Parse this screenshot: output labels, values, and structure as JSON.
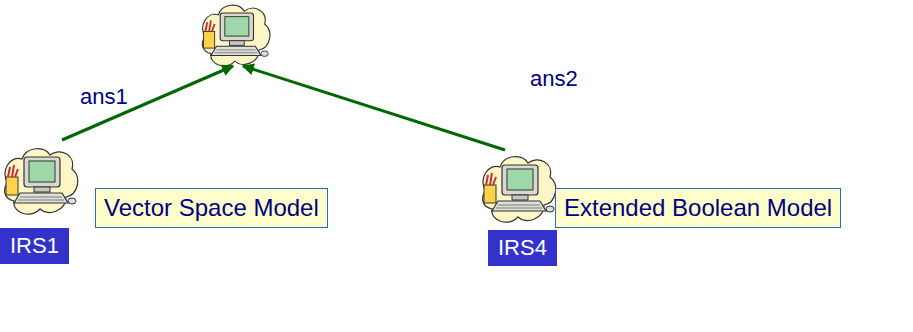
{
  "diagram": {
    "nodes": [
      {
        "text": []
      },
      {
        "text": [
          "Vector Space Model"
        ]
      },
      {
        "text": [
          "IRS1"
        ]
      },
      {
        "text": [
          "Extended Boolean Model"
        ]
      },
      {
        "text": [
          "IRS4"
        ]
      }
    ],
    "edges": [
      {
        "from": 1,
        "to": 0,
        "label": "ans1",
        "arrow": "to"
      },
      {
        "from": 3,
        "to": 0,
        "label": "ans2",
        "arrow": "to"
      }
    ]
  }
}
